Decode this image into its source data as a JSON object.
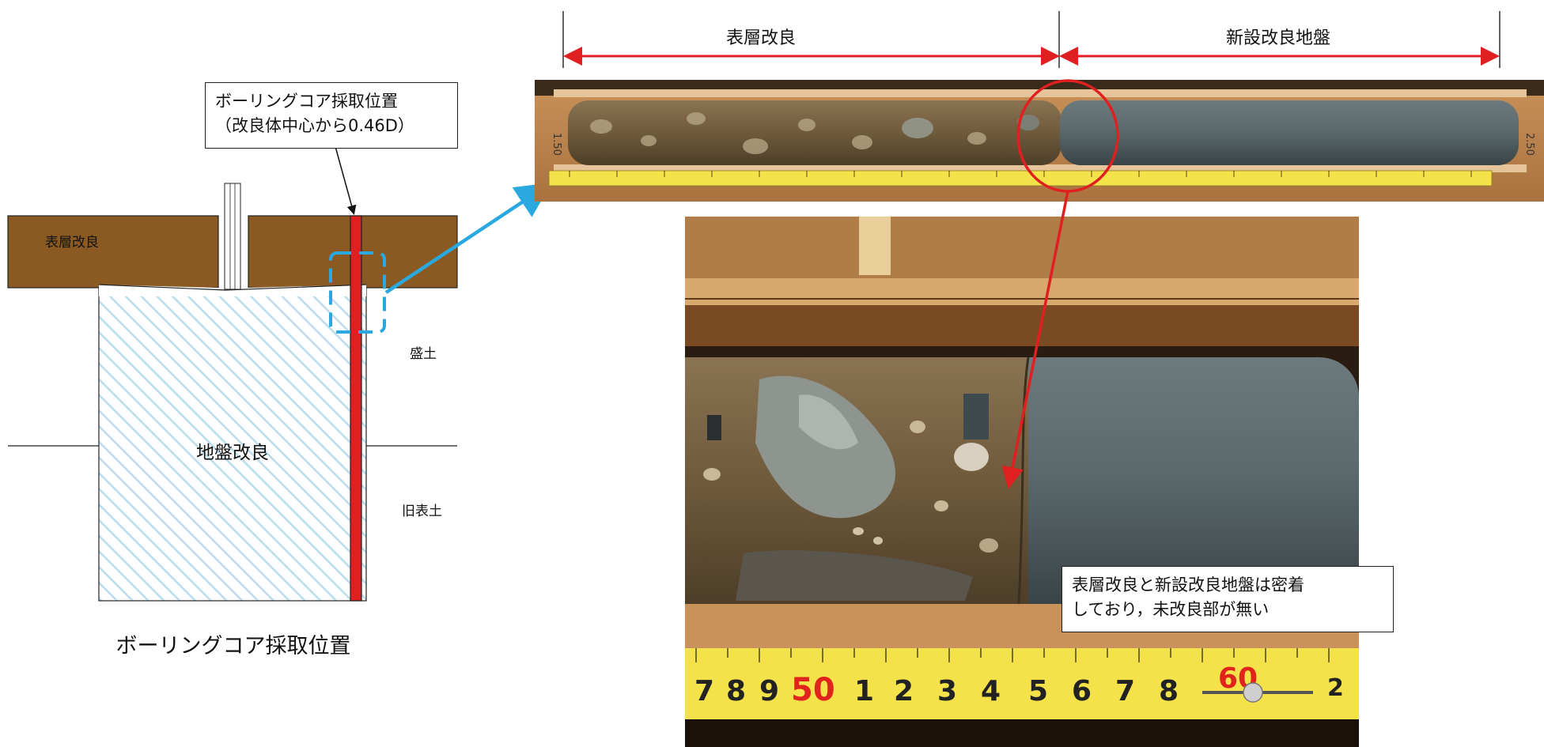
{
  "cross_section": {
    "surface_improvement_label": "表層改良",
    "ground_improvement_label": "地盤改良",
    "embankment_label": "盛土",
    "old_topsoil_label": "旧表土",
    "callout_line1": "ボーリングコア採取位置",
    "callout_line2": "（改良体中心から0.46D）",
    "caption": "ボーリングコア採取位置"
  },
  "core_photo": {
    "dimension_left_label": "表層改良",
    "dimension_right_label": "新設改良地盤",
    "box_mark_left": "1.50",
    "box_mark_right": "2.50"
  },
  "closeup_photo": {
    "note_line1": "表層改良と新設改良地盤は密着",
    "note_line2": "しており，未改良部が無い",
    "ruler_digits": [
      "7",
      "8",
      "9",
      "50",
      "1",
      "2",
      "3",
      "4",
      "5",
      "6",
      "7",
      "8",
      "60",
      "2"
    ]
  },
  "colors": {
    "surface_layer": "#8b5a22",
    "ground_improvement_hatch": "#bfe0f0",
    "core_line": "#e02020",
    "dashed_marker": "#29a9e0",
    "dimension_arrows": "#e02020",
    "ruler": "#f4e24a"
  }
}
